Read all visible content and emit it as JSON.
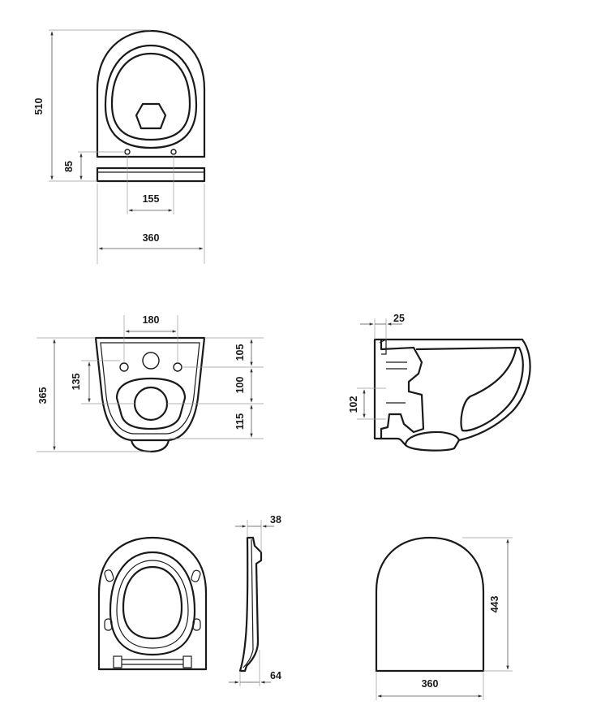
{
  "top_view": {
    "depth": "510",
    "fixing_offset": "85",
    "fixing_spacing": "155",
    "width": "360"
  },
  "rear_view": {
    "fixing_spacing": "180",
    "height": "365",
    "fixing_height": "135",
    "top_offset": "105",
    "middle_offset": "100",
    "bottom_offset": "115"
  },
  "side_section": {
    "wall_offset": "25",
    "outlet_height": "102"
  },
  "seat_side": {
    "thickness_top": "38",
    "thickness_bottom": "64"
  },
  "seat_top": {
    "depth": "443",
    "width": "360"
  }
}
